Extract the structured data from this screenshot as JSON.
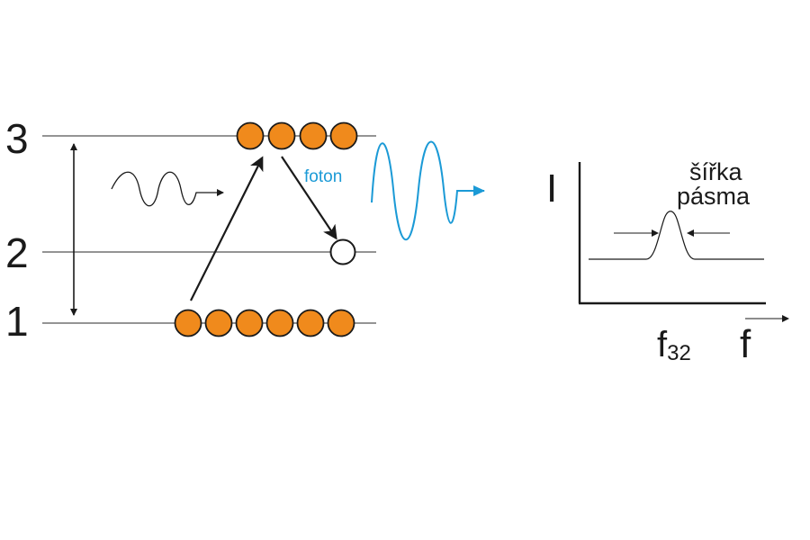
{
  "levels": [
    {
      "label": "3"
    },
    {
      "label": "2"
    },
    {
      "label": "1"
    }
  ],
  "photon_label": "foton",
  "spectrum": {
    "y_axis_label": "I",
    "x_axis_label": "f",
    "bandwidth_line1": "šířka",
    "bandwidth_line2": "pásma",
    "peak_label": "f",
    "peak_label_sub": "32"
  },
  "colors": {
    "atom_fill": "#f08a1c",
    "photon_wave": "#1b9ad6",
    "line": "#1a1a1a"
  },
  "atoms": {
    "level3_count": 4,
    "level2_empty_count": 1,
    "level1_count": 6
  }
}
